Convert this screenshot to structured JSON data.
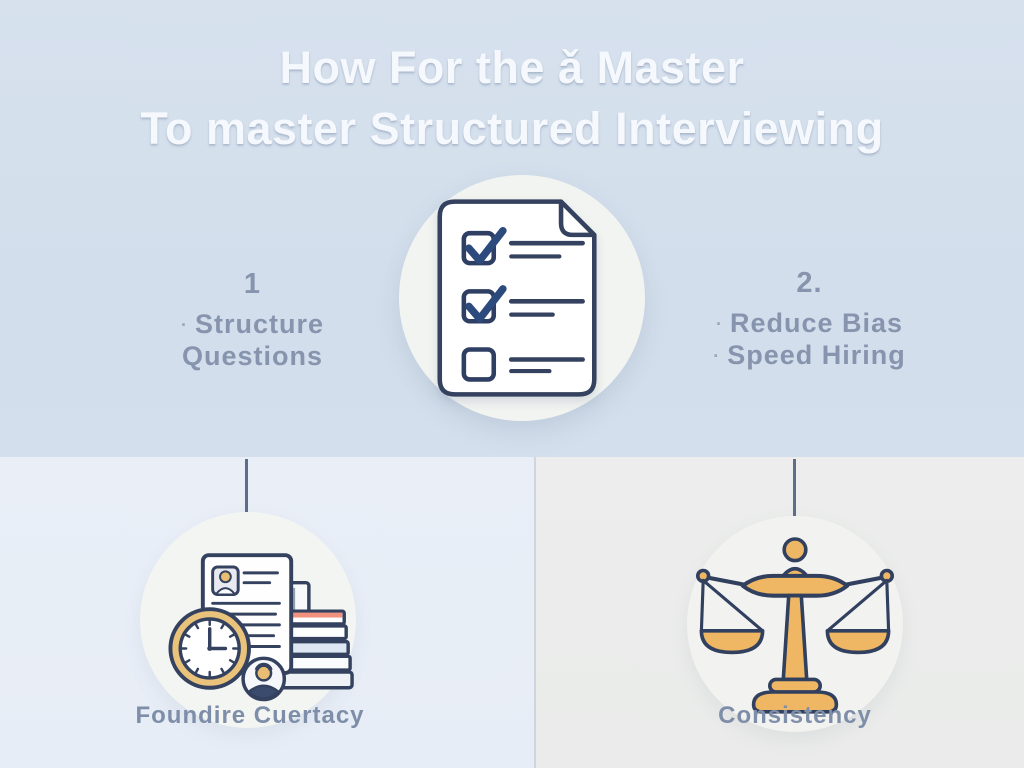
{
  "title": {
    "line1": "How For the ǎ Master",
    "line2": "To master Structured Interviewing"
  },
  "features": {
    "left": {
      "number": "1",
      "line1_bullet": "·",
      "line1": "Structure",
      "line2_bullet": "",
      "line2": "Questions"
    },
    "right": {
      "number": "2.",
      "line1_bullet": "·",
      "line1": "Reduce Bias",
      "line2_bullet": "·",
      "line2": "Speed Hiring"
    }
  },
  "center": {
    "icon": "checklist-document-icon",
    "checklist": {
      "rows": [
        {
          "checked": true
        },
        {
          "checked": true
        },
        {
          "checked": false
        }
      ]
    }
  },
  "cards": {
    "bottom_left": {
      "label": "Foundire Cuertacy",
      "icon": "resume-clock-books-icon"
    },
    "bottom_right": {
      "label": "Consistency",
      "icon": "balance-scale-icon"
    }
  },
  "colors": {
    "top_background": "#d4dfec",
    "bottom_left_background": "#e9eef6",
    "bottom_right_background": "#ebeceb",
    "circle_fill": "#f2f4f1",
    "outline_navy": "#34425f",
    "check_blue": "#2d4a7d",
    "gold": "#edb766",
    "salmon": "#f2927e",
    "slate_text": "#8794ae",
    "title_text": "#f5f8fc"
  }
}
